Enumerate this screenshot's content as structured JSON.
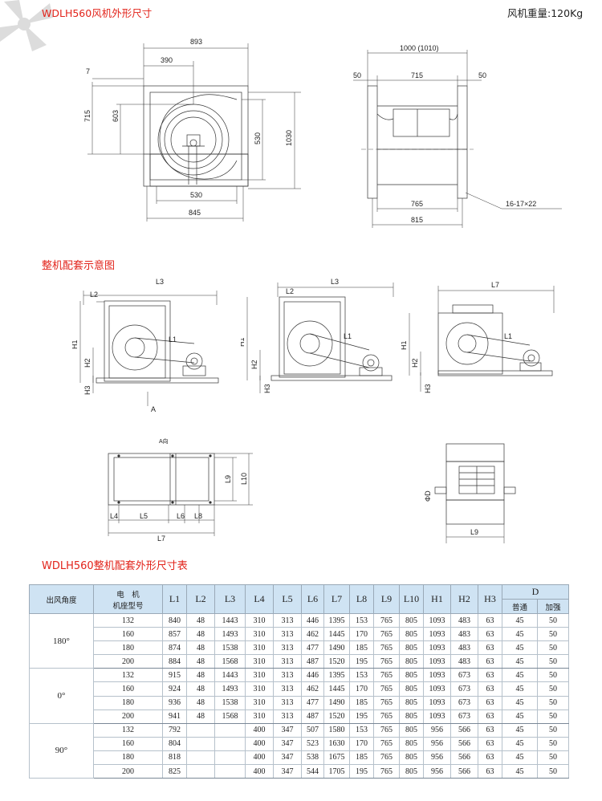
{
  "header": {
    "title": "WDLH560风机外形尺寸",
    "weight_label": "风机重量:120Kg"
  },
  "drawing_front": {
    "dims": [
      "893",
      "390",
      "7",
      "715",
      "603",
      "530",
      "1030",
      "530",
      "845"
    ]
  },
  "drawing_side": {
    "dims": [
      "1000 (1010)",
      "50",
      "715",
      "50",
      "765",
      "815",
      "16-17×22"
    ]
  },
  "assembly": {
    "title": "整机配套示意图",
    "labels": {
      "L1": "L1",
      "L2": "L2",
      "L3": "L3",
      "L4": "L4",
      "L5": "L5",
      "L6": "L6",
      "L7": "L7",
      "L8": "L8",
      "L9": "L9",
      "L10": "L10",
      "H1": "H1",
      "H2": "H2",
      "H3": "H3",
      "A": "A",
      "A_view": "A向",
      "D": "ΦD"
    }
  },
  "table": {
    "title": "WDLH560整机配套外形尺寸表",
    "headers": {
      "angle": "出风角度",
      "motor_line1": "电　机",
      "motor_line2": "机座型号",
      "cols": [
        "L1",
        "L2",
        "L3",
        "L4",
        "L5",
        "L6",
        "L7",
        "L8",
        "L9",
        "L10",
        "H1",
        "H2",
        "H3"
      ],
      "D": "D",
      "d_normal": "普通",
      "d_reinforced": "加强"
    },
    "groups": [
      {
        "angle": "180°",
        "rows": [
          [
            "132",
            "840",
            "48",
            "1443",
            "310",
            "313",
            "446",
            "1395",
            "153",
            "765",
            "805",
            "1093",
            "483",
            "63",
            "45",
            "50"
          ],
          [
            "160",
            "857",
            "48",
            "1493",
            "310",
            "313",
            "462",
            "1445",
            "170",
            "765",
            "805",
            "1093",
            "483",
            "63",
            "45",
            "50"
          ],
          [
            "180",
            "874",
            "48",
            "1538",
            "310",
            "313",
            "477",
            "1490",
            "185",
            "765",
            "805",
            "1093",
            "483",
            "63",
            "45",
            "50"
          ],
          [
            "200",
            "884",
            "48",
            "1568",
            "310",
            "313",
            "487",
            "1520",
            "195",
            "765",
            "805",
            "1093",
            "483",
            "63",
            "45",
            "50"
          ]
        ]
      },
      {
        "angle": "0°",
        "rows": [
          [
            "132",
            "915",
            "48",
            "1443",
            "310",
            "313",
            "446",
            "1395",
            "153",
            "765",
            "805",
            "1093",
            "673",
            "63",
            "45",
            "50"
          ],
          [
            "160",
            "924",
            "48",
            "1493",
            "310",
            "313",
            "462",
            "1445",
            "170",
            "765",
            "805",
            "1093",
            "673",
            "63",
            "45",
            "50"
          ],
          [
            "180",
            "936",
            "48",
            "1538",
            "310",
            "313",
            "477",
            "1490",
            "185",
            "765",
            "805",
            "1093",
            "673",
            "63",
            "45",
            "50"
          ],
          [
            "200",
            "941",
            "48",
            "1568",
            "310",
            "313",
            "487",
            "1520",
            "195",
            "765",
            "805",
            "1093",
            "673",
            "63",
            "45",
            "50"
          ]
        ]
      },
      {
        "angle": "90°",
        "rows": [
          [
            "132",
            "792",
            "",
            "",
            "400",
            "347",
            "507",
            "1580",
            "153",
            "765",
            "805",
            "956",
            "566",
            "63",
            "45",
            "50"
          ],
          [
            "160",
            "804",
            "",
            "",
            "400",
            "347",
            "523",
            "1630",
            "170",
            "765",
            "805",
            "956",
            "566",
            "63",
            "45",
            "50"
          ],
          [
            "180",
            "818",
            "",
            "",
            "400",
            "347",
            "538",
            "1675",
            "185",
            "765",
            "805",
            "956",
            "566",
            "63",
            "45",
            "50"
          ],
          [
            "200",
            "825",
            "",
            "",
            "400",
            "347",
            "544",
            "1705",
            "195",
            "765",
            "805",
            "956",
            "566",
            "63",
            "45",
            "50"
          ]
        ]
      }
    ]
  }
}
